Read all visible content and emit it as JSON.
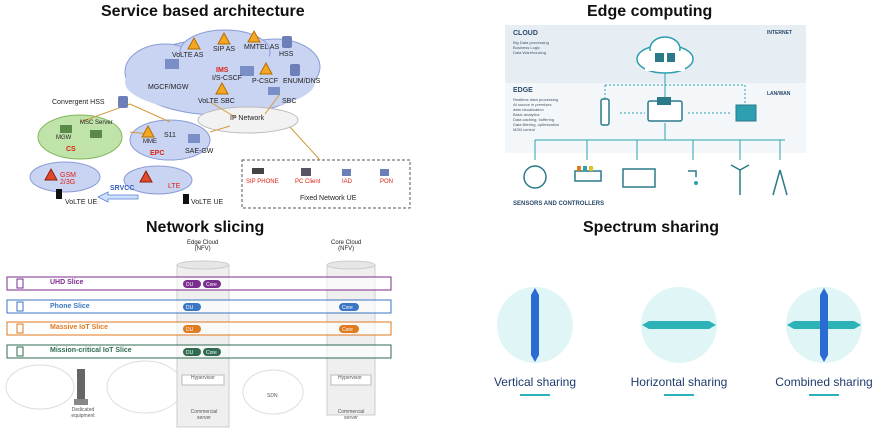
{
  "titles": {
    "sba": "Service based architecture",
    "edge": "Edge computing",
    "slicing": "Network slicing",
    "spectrum": "Spectrum sharing"
  },
  "sba": {
    "nodes": {
      "sip_as": "SIP AS",
      "mmtel_as": "MMTEL AS",
      "volte_as": "VoLTE AS",
      "hss": "HSS",
      "ims": "IMS",
      "s_cscf": "I/S-CSCF",
      "p_cscf": "P-CSCF",
      "enum_dns": "ENUM/DNS",
      "mgcf": "MGCF/MGW",
      "volte_sbc": "VoLTE SBC",
      "sbc": "SBC",
      "ip_network": "IP Network",
      "convergent_hss": "Convergent HSS",
      "cs": "CS",
      "msc_server": "MSC Server",
      "mgw": "MGW",
      "s11": "S11",
      "mme": "MME",
      "epc": "EPC",
      "sae_gw": "SAE-GW",
      "gsm": "GSM 2/3G",
      "lte": "LTE",
      "srvcc": "SRVCC",
      "volte_ue_1": "VoLTE UE",
      "volte_ue_2": "VoLTE UE",
      "sip_phone": "SIP PHONE",
      "pc_client": "PC Client",
      "iad": "IAD",
      "pon": "PON",
      "fixed_ue": "Fixed Network UE"
    }
  },
  "edge": {
    "cloud_label": "CLOUD",
    "cloud_items": [
      "Big Data processing",
      "Business Logic",
      "Data Warehousing"
    ],
    "internet_label": "INTERNET",
    "edge_label": "EDGE",
    "edge_items": [
      "Realtime data processing",
      "At source in premises",
      "data visualization",
      "Basic analytics",
      "Data caching, buffering",
      "Data filtering, optimization",
      "M2M control"
    ],
    "lanwan_label": "LAN/WAN",
    "sensors_label": "SENSORS AND CONTROLLERS"
  },
  "slicing": {
    "edge_cloud": "Edge Cloud\n(NFV)",
    "core_cloud": "Core Cloud\n(NFV)",
    "slices": [
      {
        "label": "UHD Slice",
        "color": "#7b2d8e",
        "edge": [
          "DU",
          "Core"
        ],
        "core": []
      },
      {
        "label": "Phone Slice",
        "color": "#3a76c4",
        "edge": [
          "DU"
        ],
        "core": [
          "Core"
        ]
      },
      {
        "label": "Massive IoT Slice",
        "color": "#e07a1f",
        "edge": [
          "DU"
        ],
        "core": [
          "Core"
        ]
      },
      {
        "label": "Mission-critical IoT Slice",
        "color": "#2f6b4f",
        "edge": [
          "DU",
          "Core"
        ],
        "core": []
      }
    ],
    "hypervisor": "Hypervisor",
    "sdn": "SDN",
    "dedicated": "Dedicated equipment",
    "commercial_server": "Commercial server"
  },
  "spectrum": {
    "items": [
      {
        "label": "Vertical sharing"
      },
      {
        "label": "Horizontal sharing"
      },
      {
        "label": "Combined sharing"
      }
    ],
    "accent": "#2b6cd4",
    "teal": "#2bb3b8"
  }
}
